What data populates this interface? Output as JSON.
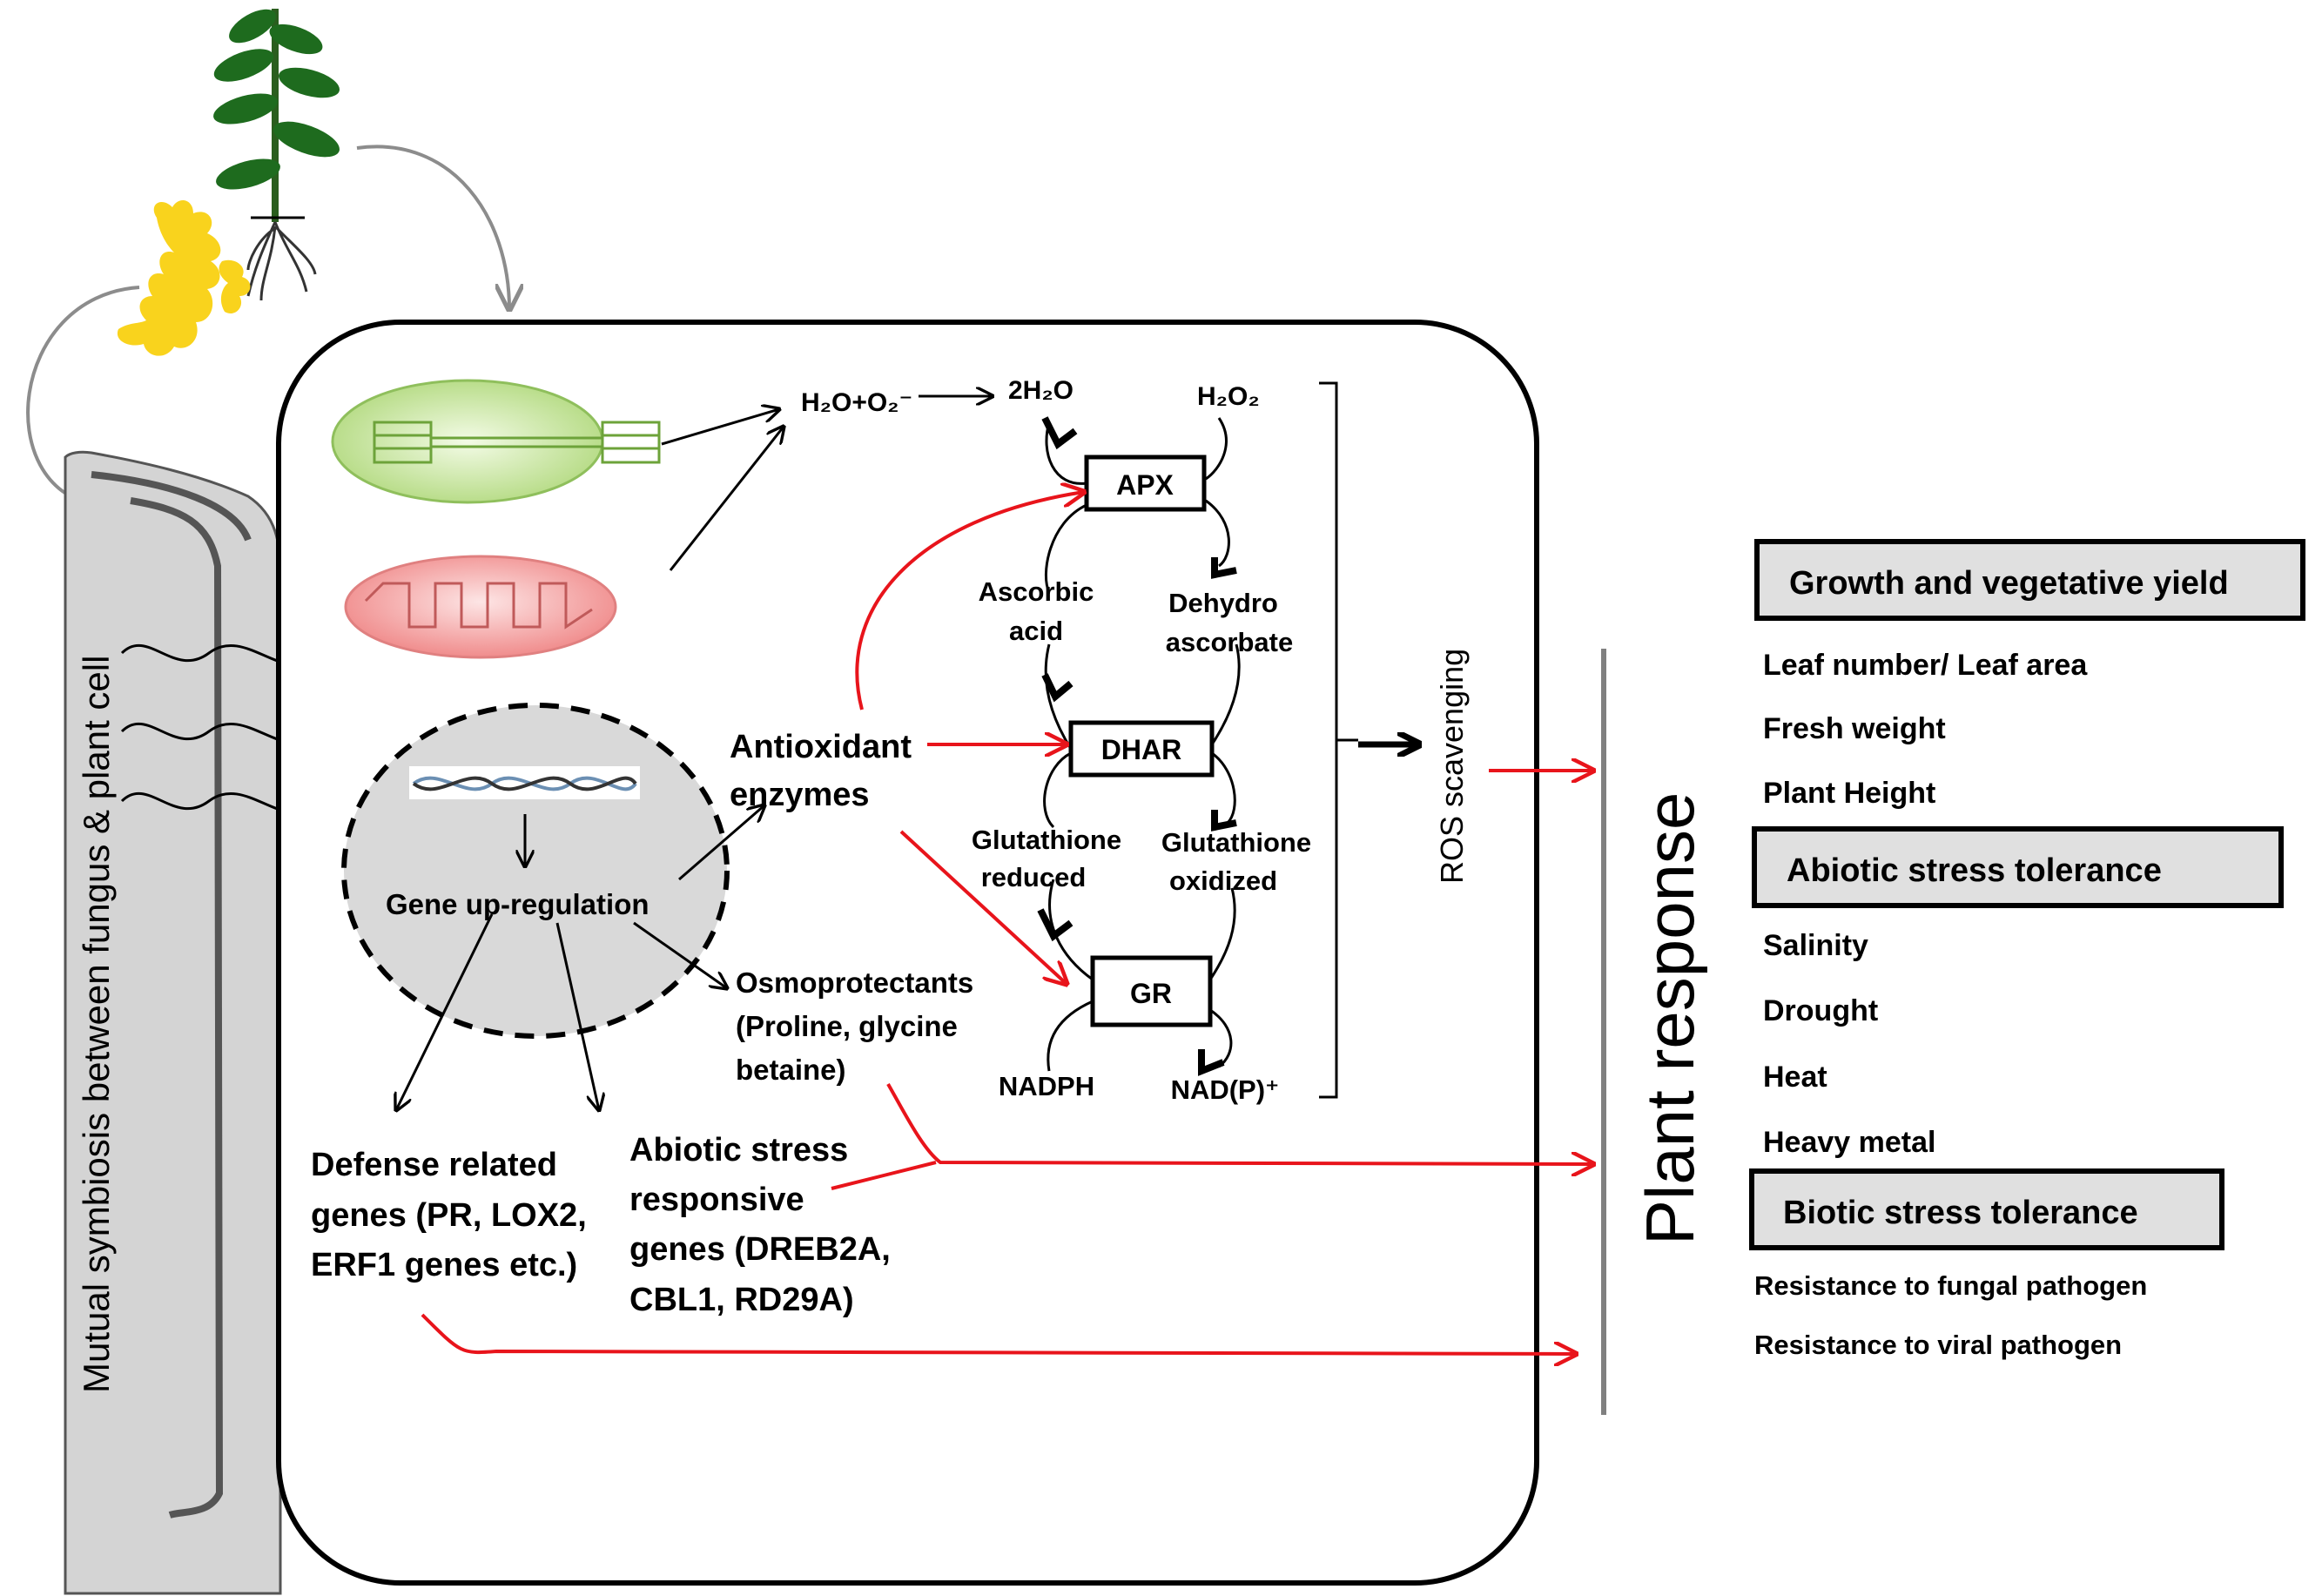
{
  "symbiosis_label": "Mutual symbiosis between fungus & plant cell",
  "ros": {
    "h2o_o2": "H₂O+O₂⁻",
    "two_h2o": "2H₂O",
    "h2o2": "H₂O₂",
    "apx": "APX",
    "dhar": "DHAR",
    "gr": "GR",
    "ascorbic_line1": "Ascorbic",
    "ascorbic_line2": "acid",
    "dehydro_line1": "Dehydro",
    "dehydro_line2": "ascorbate",
    "gsh_line1": "Glutathione",
    "gsh_line2": "reduced",
    "gssg_line1": "Glutathione",
    "gssg_line2": "oxidized",
    "nadph": "NADPH",
    "nadp": "NAD(P)⁺",
    "scavenging": "ROS scavenging"
  },
  "cell": {
    "antioxidant_line1": "Antioxidant",
    "antioxidant_line2": "enzymes",
    "gene_upregulation": "Gene up-regulation",
    "osmo_line1": "Osmoprotectants",
    "osmo_line2": "(Proline, glycine",
    "osmo_line3": "betaine)",
    "defense_line1": "Defense related",
    "defense_line2": "genes (PR, LOX2,",
    "defense_line3": "ERF1 genes etc.)",
    "abiotic_line1": "Abiotic stress",
    "abiotic_line2": "responsive",
    "abiotic_line3": "genes (DREB2A,",
    "abiotic_line4": "CBL1, RD29A)"
  },
  "plant_response": "Plant response",
  "responses": {
    "growth_title": "Growth and vegetative yield",
    "growth_items": [
      "Leaf number/ Leaf area",
      "Fresh weight",
      "Plant Height"
    ],
    "abiotic_title": "Abiotic stress tolerance",
    "abiotic_items": [
      "Salinity",
      "Drought",
      "Heat",
      "Heavy metal"
    ],
    "biotic_title": "Biotic stress tolerance",
    "biotic_items": [
      "Resistance to fungal pathogen",
      "Resistance to viral pathogen"
    ]
  },
  "colors": {
    "red_arrow": "#e8141b",
    "gray_wall": "#d9d9d9",
    "chloroplast": "#c8e6a0",
    "mitochondrion": "#f4a6a6",
    "fungus": "#f9d31d",
    "plant": "#1e6b1e",
    "box_fill": "#e0e0e0"
  }
}
